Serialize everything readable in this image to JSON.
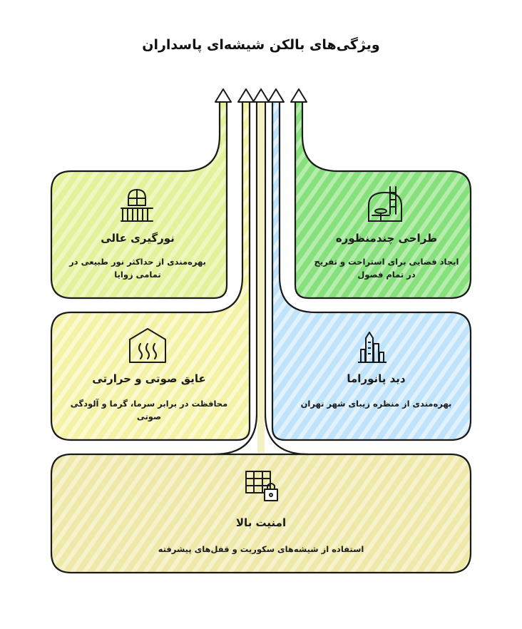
{
  "title": "ویژگی‌های بالکن شیشه‌ای پاسداران",
  "colors": {
    "green": "#86e07c",
    "lime": "#e2f29a",
    "yellow": "#f4f2a4",
    "blue": "#bfe3fb",
    "khaki": "#eee9a8",
    "stroke": "#1a1a1a"
  },
  "cards": {
    "lighting": {
      "title": "نورگیری عالی",
      "desc_line1": "بهره‌مندی از حداکثر نور طبیعی در",
      "desc_line2": "تمامی زوایا",
      "icon": "window-balcony-icon"
    },
    "design": {
      "title": "طراحی چندمنظوره",
      "desc_line1": "ایجاد فضایی برای استراحت و تفریح",
      "desc_line2": "در تمام فصول",
      "icon": "multipurpose-room-icon"
    },
    "insulation": {
      "title": "عایق صوتی و حرارتی",
      "desc_line1": "محافظت در برابر سرما، گرما و آلودگی",
      "desc_line2": "صوتی",
      "icon": "heat-house-icon"
    },
    "panorama": {
      "title": "دید پانوراما",
      "desc_line1": "بهره‌مندی از منظره زیبای شهر تهران",
      "icon": "city-skyline-icon"
    },
    "security": {
      "title": "امنیت بالا",
      "desc_line1": "استفاده از شیشه‌های سکوریت و قفل‌های پیشرفته",
      "icon": "window-lock-icon"
    }
  }
}
